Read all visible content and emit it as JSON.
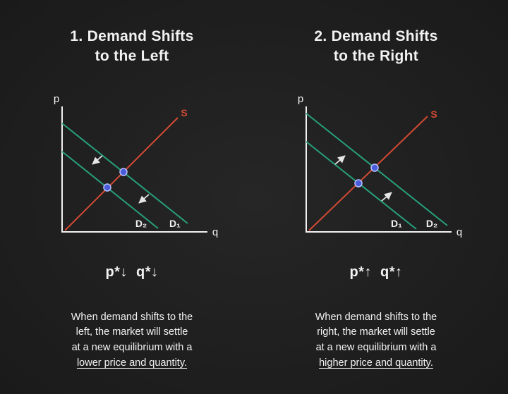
{
  "colors": {
    "background": "#1e1e1e",
    "text": "#f2f2f2",
    "axis": "#f2f2f2",
    "supply": "#d14a33",
    "demand": "#27a07c",
    "dot_fill": "#4a5cd9",
    "dot_stroke": "#b9c2ff",
    "arrow": "#e6e6e6"
  },
  "left_panel": {
    "title_line1": "1. Demand Shifts",
    "title_line2": "to the Left",
    "axis_y_label": "p",
    "axis_x_label": "q",
    "supply_label": "S",
    "demand_inner_label": "D₂",
    "demand_outer_label": "D₁",
    "result": "p*↓  q*↓",
    "caption_lines": [
      "When demand shifts to the",
      "left, the market will settle",
      "at a new equilibrium with a"
    ],
    "caption_underline": "lower price and quantity."
  },
  "right_panel": {
    "title_line1": "2. Demand Shifts",
    "title_line2": "to the Right",
    "axis_y_label": "p",
    "axis_x_label": "q",
    "supply_label": "S",
    "demand_inner_label": "D₁",
    "demand_outer_label": "D₂",
    "result": "p*↑  q*↑",
    "caption_lines": [
      "When demand shifts to the",
      "right, the market will settle",
      "at a new equilibrium with a"
    ],
    "caption_underline": "higher price and quantity."
  }
}
